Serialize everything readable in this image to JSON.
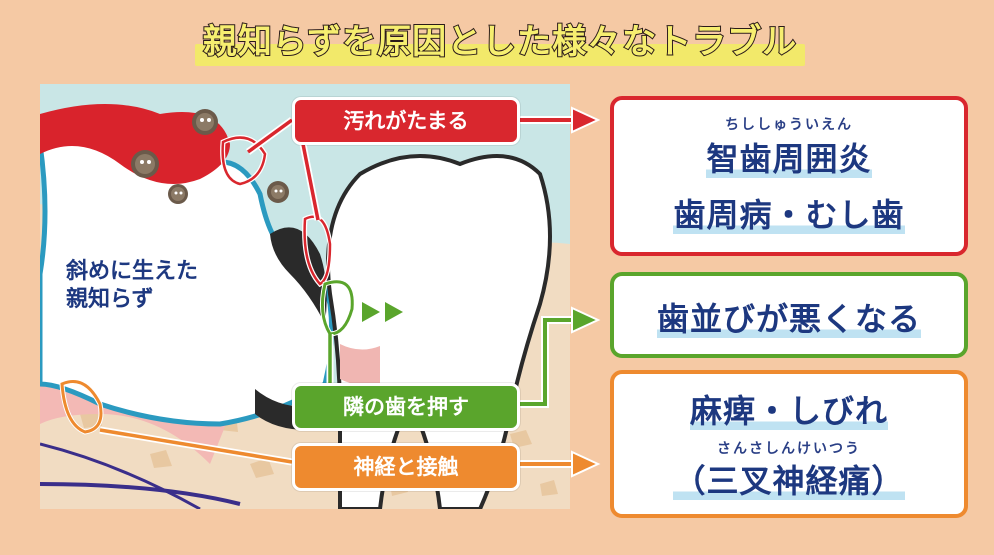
{
  "title": "親知らずを原因とした様々なトラブル",
  "wisdom_label": [
    "斜めに生えた",
    "親知らず"
  ],
  "causes": {
    "dirt": "汚れがたまる",
    "push": "隣の歯を押す",
    "nerve": "神経と接触"
  },
  "results": {
    "gum": {
      "ruby": "ちししゅういえん",
      "line1": "智歯周囲炎",
      "line2": "歯周病・むし歯"
    },
    "alignment": {
      "line1": "歯並びが悪くなる"
    },
    "nerve": {
      "line1": "麻痺・しびれ",
      "ruby": "さんさしんけいつう",
      "line2": "（三叉神経痛）"
    }
  },
  "colors": {
    "red": "#d9272e",
    "green": "#5aa52c",
    "orange": "#ee8a2f",
    "navy": "#1d3880",
    "background": "#f5c9a4"
  }
}
